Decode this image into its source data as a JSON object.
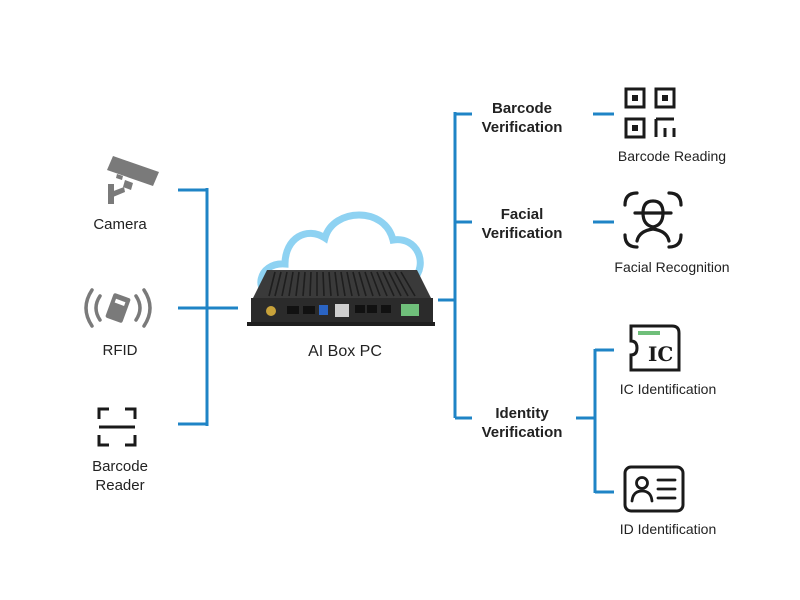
{
  "colors": {
    "line": "#1f84c6",
    "icon": "#1a1a1a",
    "cloud": "#8ed2f2",
    "device": "#2b2b2b",
    "inputs_icon": "#7a7a7a"
  },
  "inputs": [
    {
      "label": "Camera",
      "icon": "security-camera-icon"
    },
    {
      "label": "RFID",
      "icon": "rfid-card-icon"
    },
    {
      "label": "Barcode\nReader",
      "icon": "barcode-scanner-frame-icon"
    }
  ],
  "hub": {
    "label": "AI Box PC",
    "icon": "ai-box-pc-device-icon"
  },
  "functions": [
    {
      "label": "Barcode\nVerification"
    },
    {
      "label": "Facial\nVerification"
    },
    {
      "label": "Identity\nVerification"
    }
  ],
  "outputs": [
    {
      "label": "Barcode Reading",
      "icon": "qr-code-icon"
    },
    {
      "label": "Facial Recognition",
      "icon": "face-scan-icon"
    },
    {
      "label": "IC Identification",
      "icon": "ic-card-icon"
    },
    {
      "label": "ID Identification",
      "icon": "id-card-icon"
    }
  ]
}
